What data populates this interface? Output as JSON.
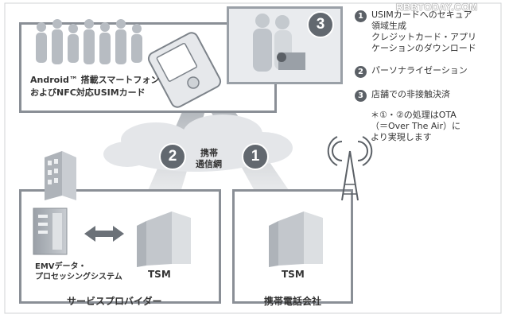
{
  "watermark": "RBBTODAY.COM",
  "diagram": {
    "phone_caption_line1": "Android™ 搭載スマートフォン",
    "phone_caption_line2": "およびNFC対応USIMカード",
    "network_label_line1": "携帯",
    "network_label_line2": "通信網",
    "step_markers": [
      "2",
      "1",
      "3"
    ],
    "server_label_line1": "EMVデータ・",
    "server_label_line2": "プロセッシングシステム",
    "tsm_left": "TSM",
    "tsm_right": "TSM",
    "service_provider": "サービスプロバイダー",
    "carrier": "携帯電話会社"
  },
  "legend": {
    "items": [
      {
        "number": "1",
        "text": "USIMカードへのセキュア\n領域生成\nクレジットカード・アプリ\nケーションのダウンロード"
      },
      {
        "number": "2",
        "text": "パーソナライゼーション"
      },
      {
        "number": "3",
        "text": "店舗での非接触決済"
      }
    ],
    "note": "＊①・②の処理はOTA\n（＝Over The Air）に\nより実現します"
  },
  "colors": {
    "border": "#8a8f96",
    "badge": "#5b6066",
    "cloud": "#e4e6e9"
  }
}
